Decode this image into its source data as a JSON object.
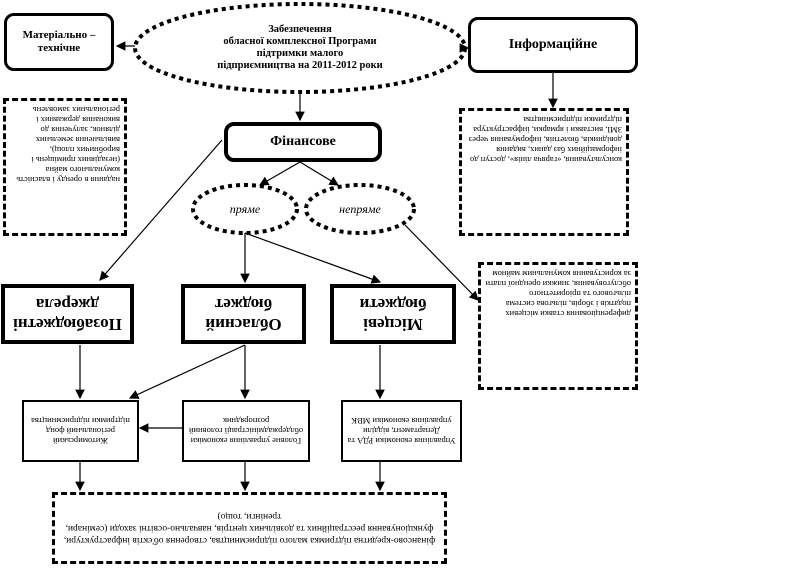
{
  "nodes": {
    "material": "Матеріально –\nтехнічне",
    "central": "Забезпечення\nобласної комплексної Програми\nпідтримки малого\nпідприємництва на 2011-2012 роки",
    "informational": "Інформаційне",
    "financial": "Фінансове",
    "direct": "пряме",
    "indirect": "непряме",
    "extrabudget": "Позабюджетні джерела",
    "oblast_budget": "Обласний бюджет",
    "local_budgets": "Місцеві бюджети",
    "regional_fund": "Житомирський регіональний фонд підтримки підприємництва",
    "main_economy": "Головне управління економіки облдержадміністрації головний розпорядник",
    "local_economy": "Управління економіки РДА та Департамент, відділи управління економіки МВК"
  },
  "notes": {
    "material_list": "надання в оренду і власність комунального майна (незадіяних приміщень і виробничих площ), вивільнення земельних ділянок, залучення до виконання державних і регіональних замовлень",
    "info_list": "консультування, «гаряча лінія», доступ до інформаційних баз даних, видання довідників, бюлетнів, інформування через ЗМІ, виставки і ярмарки, інфраструктура підтримки підприємництва",
    "indirect_list": "диференціювання ставки місцевих податків і зборів, пільгова система пільгового та пріоритетного обслуговування, знижки орендної плати за користування комунальним майном",
    "bottom_list": "фінансово-кредитна підтримка малого підприємництва, створення об'єктів інфраструктури, функціонування реєстраційних та дозвільних центрів, навчально-освітні заходи (семінари, тренінги, тощо)"
  }
}
